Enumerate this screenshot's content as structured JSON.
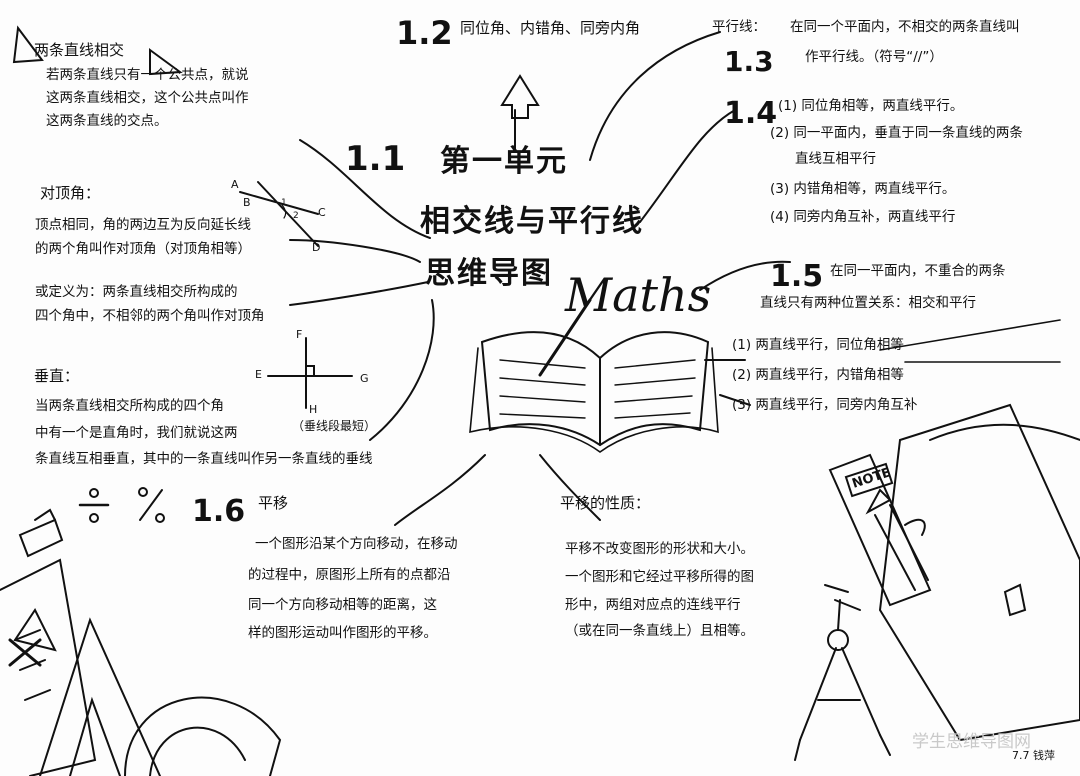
{
  "center": {
    "line1": "第一单元",
    "line2": "相交线与平行线",
    "line3": "思维导图",
    "maths": "Maths"
  },
  "s11": {
    "number": "1.1",
    "intersect_title": "两条直线相交",
    "intersect_l1": "若两条直线只有一个公共点，就说",
    "intersect_l2": "这两条直线相交，这个公共点叫作",
    "intersect_l3": "这两条直线的交点。",
    "vertical_angle_title": "对顶角：",
    "vertical_angle_l1": "顶点相同，角的两边互为反向延长线",
    "vertical_angle_l2": "的两个角叫作对顶角（对顶角相等）",
    "def2_l1": "或定义为：两条直线相交所构成的",
    "def2_l2": "四个角中，不相邻的两个角叫作对顶角",
    "perp_title": "垂直：",
    "perp_l1": "当两条直线相交所构成的四个角",
    "perp_l2": "中有一个是直角时，我们就说这两",
    "perp_l3": "条直线互相垂直，其中的一条直线叫作另一条直线的垂线",
    "perp_note": "（垂线段最短）",
    "fig1_labels": [
      "A",
      "B",
      "C",
      "D",
      "1",
      "2"
    ],
    "fig2_labels": [
      "F",
      "E",
      "G",
      "H"
    ]
  },
  "s12": {
    "number": "1.2",
    "text": "同位角、内错角、同旁内角"
  },
  "s13": {
    "number": "1.3",
    "label": "平行线：",
    "l1": "在同一个平面内，不相交的两条直线叫",
    "l2": "作平行线。（符号“//”）"
  },
  "s14": {
    "number": "1.4",
    "items": [
      "(1) 同位角相等，两直线平行。",
      "(2) 同一平面内，垂直于同一条直线的两条",
      "直线互相平行",
      "(3) 内错角相等，两直线平行。",
      "(4) 同旁内角互补，两直线平行"
    ]
  },
  "s15": {
    "number": "1.5",
    "l1": "在同一平面内，不重合的两条",
    "l2": "直线只有两种位置关系：相交和平行",
    "items": [
      "(1) 两直线平行，同位角相等",
      "(2) 两直线平行，内错角相等",
      "(3) 两直线平行，同旁内角互补"
    ]
  },
  "s16": {
    "number": "1.6",
    "title": "平移",
    "l1": "一个图形沿某个方向移动，在移动",
    "l2": "的过程中，原图形上所有的点都沿",
    "l3": "同一个方向移动相等的距离，这",
    "l4": "样的图形运动叫作图形的平移。"
  },
  "translation_props": {
    "title": "平移的性质：",
    "l1": "平移不改变图形的形状和大小。",
    "l2": "一个图形和它经过平移所得的图",
    "l3": "形中，两组对应点的连线平行",
    "l4": "（或在同一条直线上）且相等。"
  },
  "deco": {
    "note_label": "NOTE",
    "fraction": "÷",
    "percent": "%"
  },
  "signature": "7.7 钱萍",
  "watermark": "学生思维导图网"
}
